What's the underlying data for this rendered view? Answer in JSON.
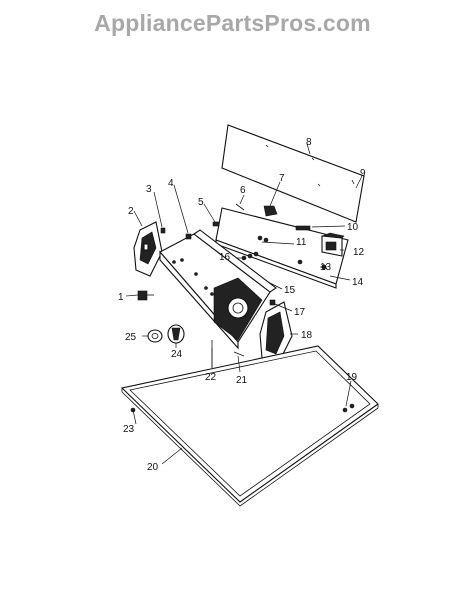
{
  "watermark": "AppliancePartsPros.com",
  "callouts": {
    "c1": "1",
    "c2": "2",
    "c3": "3",
    "c4": "4",
    "c5": "5",
    "c6": "6",
    "c7": "7",
    "c8": "8",
    "c9": "9",
    "c10": "10",
    "c11": "11",
    "c12": "12",
    "c13": "13",
    "c14": "14",
    "c15": "15",
    "c16": "16",
    "c17": "17",
    "c18": "18",
    "c19": "19",
    "c20": "20",
    "c21": "21",
    "c22": "22",
    "c23": "23",
    "c24": "24",
    "c25": "25"
  },
  "colors": {
    "watermark": "#a8a8a8",
    "line": "#111111",
    "background": "#ffffff"
  }
}
